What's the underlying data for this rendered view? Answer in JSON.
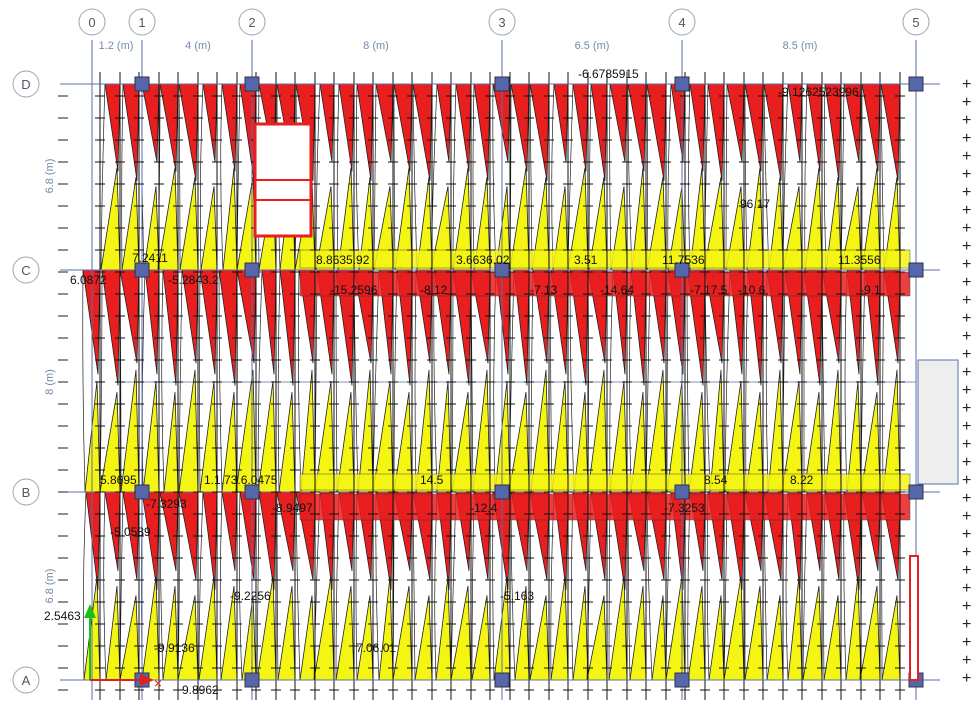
{
  "axes_x": [
    "0",
    "1",
    "2",
    "3",
    "4",
    "5"
  ],
  "axes_y": [
    "D",
    "C",
    "B",
    "A"
  ],
  "spacing_x": [
    "1.2 (m)",
    "4 (m)",
    "8 (m)",
    "6.5 (m)",
    "8.5 (m)"
  ],
  "spacing_y": [
    "6.8 (m)",
    "8 (m)",
    "6.8 (m)"
  ],
  "labels": [
    "-6.6785915",
    "-9.1262523996",
    "6.0872",
    "7.2411",
    "-5.2843.2",
    "-15.2596",
    "-8.12",
    "-7.13",
    "8.8635.92",
    "3.6636.02",
    "3.51",
    "11.7536",
    "11.3556",
    "96.17",
    "-14.64",
    "-7.17.5",
    "-10.6",
    "-9.1",
    "5.8695",
    "1.1.73.6.0475",
    "14.5",
    "8.54",
    "8.22",
    "-7.3293",
    "-8.9497",
    "-12.4",
    "-7.3253",
    "-5.0589",
    "2.5463",
    "-9.2256",
    "-9.9136",
    "9.8962",
    "7.06.01",
    "-5.163"
  ],
  "colors": {
    "positive": "#f5f513",
    "negative": "#e91e1e",
    "grid": "#5a6fae",
    "node": "#5566aa"
  }
}
